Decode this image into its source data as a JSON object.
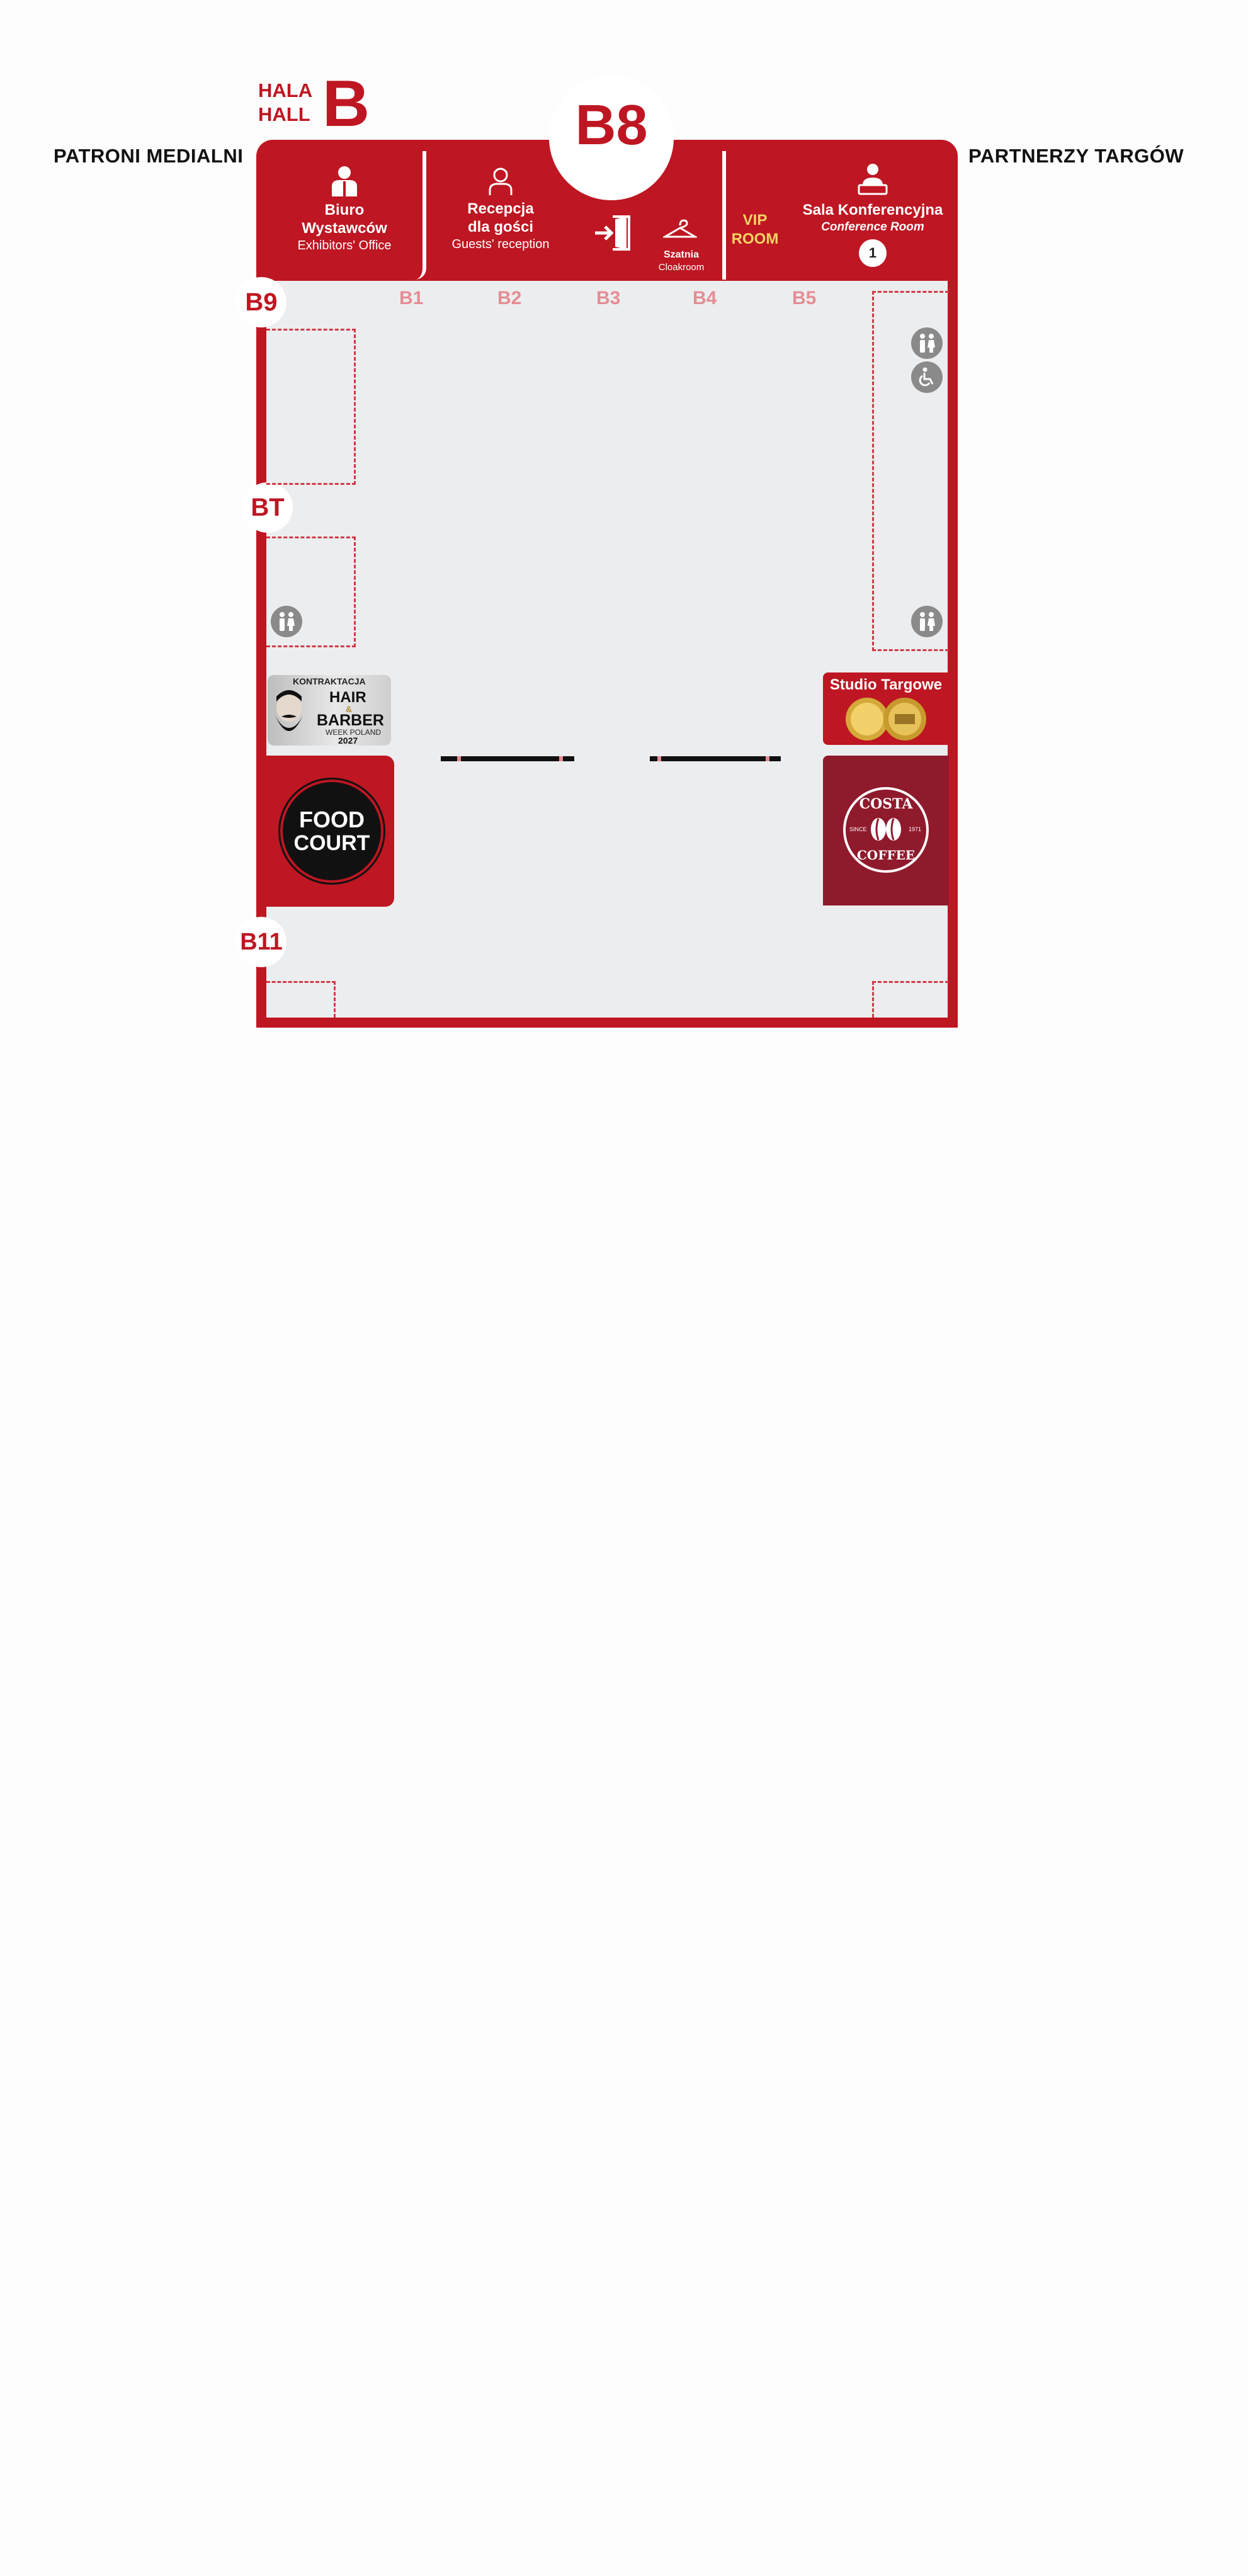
{
  "side_labels": {
    "left": "PATRONI MEDIALNI",
    "right": "PARTNERZY TARGÓW"
  },
  "hall": {
    "word_pl": "HALA",
    "word_en": "HALL",
    "letter": "B"
  },
  "entrance_zone": "B8",
  "rooms": {
    "office": {
      "title_line1": "Biuro",
      "title_line2": "Wystawców",
      "subtitle": "Exhibitors' Office"
    },
    "reception": {
      "title_line1": "Recepcja",
      "title_line2": "dla gości",
      "subtitle": "Guests' reception"
    },
    "cloakroom": {
      "title": "Szatnia",
      "subtitle": "Cloakroom"
    },
    "vip": {
      "line1": "VIP",
      "line2": "ROOM"
    },
    "conference": {
      "title": "Sala Konferencyjna",
      "subtitle": "Conference Room",
      "number": "1"
    }
  },
  "aisles": [
    "B1",
    "B2",
    "B3",
    "B4",
    "B5"
  ],
  "zones": {
    "b9": "B9",
    "bt": "BT",
    "b11": "B11"
  },
  "features": {
    "hair_barber": {
      "line1": "KONTRAKTACJA",
      "line2": "HAIR",
      "line3": "&",
      "line4": "BARBER",
      "line5": "WEEK POLAND",
      "line6": "2027"
    },
    "food_court": {
      "line1": "FOOD",
      "line2": "COURT"
    },
    "studio": {
      "title": "Studio Targowe"
    },
    "costa": {
      "line1": "COSTA",
      "line2": "COFFEE",
      "since": "SINCE",
      "year": "1971"
    }
  },
  "icons": [
    "office-worker-icon",
    "receptionist-icon",
    "exit-door-icon",
    "hanger-icon",
    "presenter-icon",
    "restroom-icon",
    "wheelchair-icon"
  ],
  "colors": {
    "brand_red": "#be1622",
    "dark_red": "#8f1a2c",
    "floor_grey": "#ecedef",
    "aisle_pink": "#e58d94",
    "vip_gold": "#f6d365"
  }
}
